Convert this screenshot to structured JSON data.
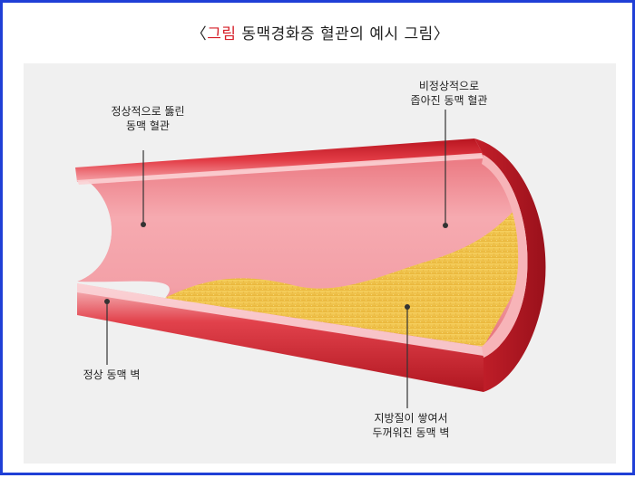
{
  "title": {
    "open_bracket": "〈",
    "accent": "그림",
    "rest": " 동맥경화증 혈관의 예시 그림",
    "close_bracket": "〉",
    "accent_color": "#d6202a"
  },
  "labels": {
    "normal_open_artery": [
      "정상적으로 뚫린",
      "동맥 혈관"
    ],
    "narrowed_artery": [
      "비정상적으로",
      "좁아진 동맥 혈관"
    ],
    "normal_wall": [
      "정상 동맥 벽"
    ],
    "thickened_wall": [
      "지방질이 쌓여서",
      "두꺼워진 동맥 벽"
    ]
  },
  "colors": {
    "frame_border": "#1f3fd6",
    "artery_outer": "#d42b35",
    "artery_inner": "#f4a4aa",
    "plaque": "#f2c24a",
    "panel_bg": "#f0f0f0"
  }
}
